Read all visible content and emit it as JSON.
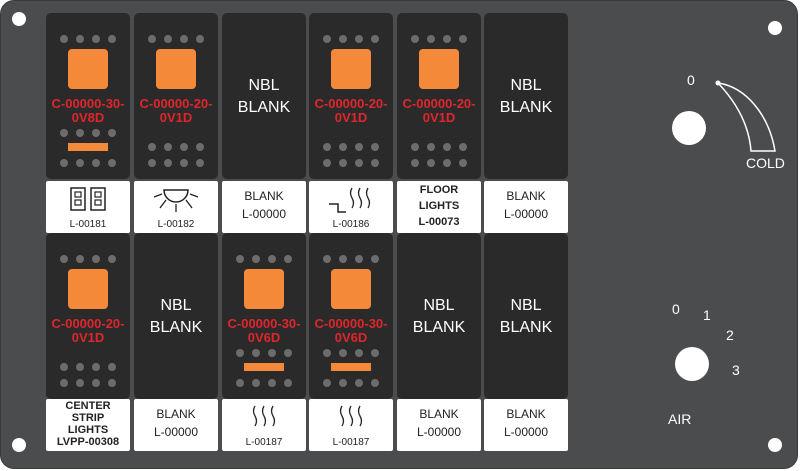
{
  "top_row": [
    {
      "type": "lamp",
      "code_l1": "C-00000-30-",
      "code_l2": "0V8D",
      "bar": true,
      "icon": "double-outlet-icon",
      "label": "L-00181"
    },
    {
      "type": "lamp",
      "code_l1": "C-00000-20-",
      "code_l2": "0V1D",
      "bar": false,
      "icon": "sun-light-icon",
      "label": "L-00182"
    },
    {
      "type": "blank",
      "l1": "NBL",
      "l2": "BLANK",
      "lab_l1": "BLANK",
      "lab_l2": "L-00000"
    },
    {
      "type": "lamp",
      "code_l1": "C-00000-20-",
      "code_l2": "0V1D",
      "bar": false,
      "icon": "step-heat-icon",
      "label": "L-00186"
    },
    {
      "type": "lamp",
      "code_l1": "C-00000-20-",
      "code_l2": "0V1D",
      "bar": false,
      "text_l1": "FLOOR",
      "text_l2": "LIGHTS",
      "text_l3": "L-00073"
    },
    {
      "type": "blank",
      "l1": "NBL",
      "l2": "BLANK",
      "lab_l1": "BLANK",
      "lab_l2": "L-00000"
    }
  ],
  "bottom_row": [
    {
      "type": "lamp",
      "code_l1": "C-00000-20-",
      "code_l2": "0V1D",
      "bar": false,
      "text_l1": "CENTER",
      "text_l2": "STRIP",
      "text_l3": "LIGHTS",
      "text_l4": "LVPP-00308"
    },
    {
      "type": "blank",
      "l1": "NBL",
      "l2": "BLANK",
      "lab_l1": "BLANK",
      "lab_l2": "L-00000"
    },
    {
      "type": "lamp",
      "code_l1": "C-00000-30-",
      "code_l2": "0V6D",
      "bar": true,
      "icon": "heat-waves-icon",
      "label": "L-00187"
    },
    {
      "type": "lamp",
      "code_l1": "C-00000-30-",
      "code_l2": "0V6D",
      "bar": true,
      "icon": "heat-waves-icon",
      "label": "L-00187"
    },
    {
      "type": "blank",
      "l1": "NBL",
      "l2": "BLANK",
      "lab_l1": "BLANK",
      "lab_l2": "L-00000"
    },
    {
      "type": "blank",
      "l1": "NBL",
      "l2": "BLANK",
      "lab_l1": "BLANK",
      "lab_l2": "L-00000"
    }
  ],
  "temp_knob": {
    "zero": "0",
    "cold": "COLD"
  },
  "air_knob": {
    "p0": "0",
    "p1": "1",
    "p2": "2",
    "p3": "3",
    "label": "AIR"
  },
  "colors": {
    "panel": "#4b4c4e",
    "switch": "#2a2a2b",
    "indicator": "#f5893a",
    "code_text": "#e0262b"
  }
}
